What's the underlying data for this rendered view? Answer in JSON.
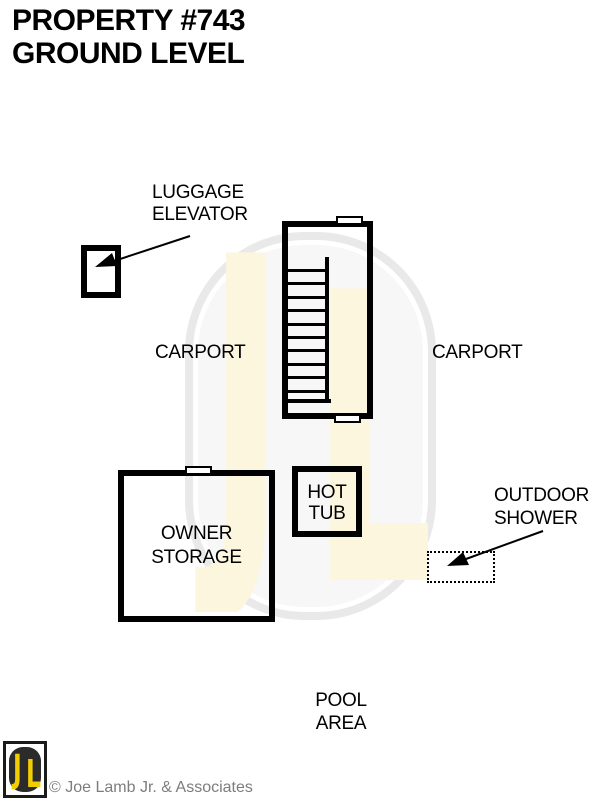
{
  "title": {
    "line1": "PROPERTY #743",
    "line2": "GROUND LEVEL"
  },
  "plan": {
    "luggage_elevator": {
      "line1": "LUGGAGE",
      "line2": "ELEVATOR"
    },
    "carport_left": {
      "label": "CARPORT"
    },
    "carport_right": {
      "label": "CARPORT"
    },
    "staircase": {
      "steps": 10
    },
    "owner_storage": {
      "line1": "OWNER",
      "line2": "STORAGE"
    },
    "hot_tub": {
      "line1": "HOT",
      "line2": "TUB"
    },
    "outdoor_shower": {
      "line1": "OUTDOOR",
      "line2": "SHOWER"
    },
    "pool_area": {
      "line1": "POOL",
      "line2": "AREA"
    }
  },
  "watermark": {
    "letter_j": "J",
    "letter_l": "L"
  },
  "footer": {
    "logo_letter_j": "J",
    "logo_letter_l": "L",
    "copyright": "© Joe Lamb Jr. & Associates"
  },
  "colors": {
    "wall": "#000000",
    "logo_yellow": "#f2cd00",
    "logo_capsule": "#2b2b2b",
    "copyright_text": "#7d7d7d",
    "watermark_letters": "#fbf6dd",
    "watermark_ring": "#e9e9e9"
  }
}
